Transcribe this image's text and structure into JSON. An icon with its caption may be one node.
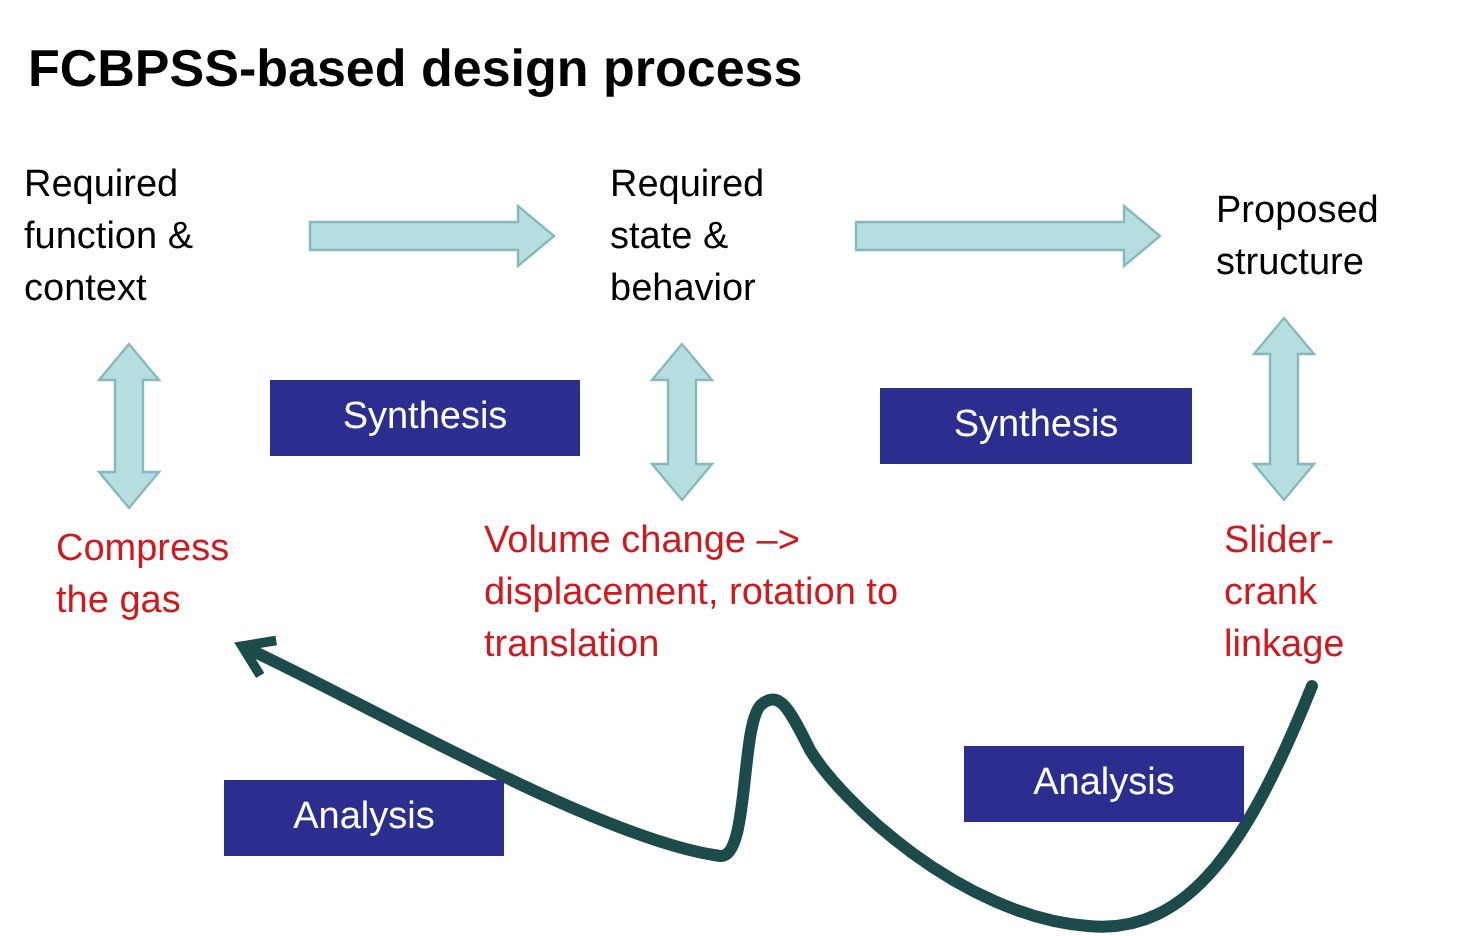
{
  "diagram": {
    "title": "FCBPSS-based design process",
    "nodes": [
      {
        "text": [
          "Required function & context"
        ]
      },
      {
        "text": [
          "Required state & behavior"
        ]
      },
      {
        "text": [
          "Proposed structure"
        ]
      },
      {
        "text": [
          "Synthesis"
        ]
      },
      {
        "text": [
          "Synthesis"
        ]
      },
      {
        "text": [
          "Compress the gas"
        ]
      },
      {
        "text": [
          "Volume change –> displacement, rotation to translation"
        ]
      },
      {
        "text": [
          "Slider- crank linkage"
        ]
      },
      {
        "text": [
          "Analysis"
        ]
      },
      {
        "text": [
          "Analysis"
        ]
      }
    ],
    "edges": [
      {
        "from": 0,
        "to": 1,
        "arrow": "to"
      },
      {
        "from": 1,
        "to": 2,
        "arrow": "to"
      },
      {
        "from": 0,
        "to": 5,
        "arrow": "both"
      },
      {
        "from": 1,
        "to": 6,
        "arrow": "both"
      },
      {
        "from": 2,
        "to": 7,
        "arrow": "both"
      },
      {
        "from": 7,
        "to": 5,
        "arrow": "to",
        "color": "#1d4a4a"
      }
    ]
  }
}
